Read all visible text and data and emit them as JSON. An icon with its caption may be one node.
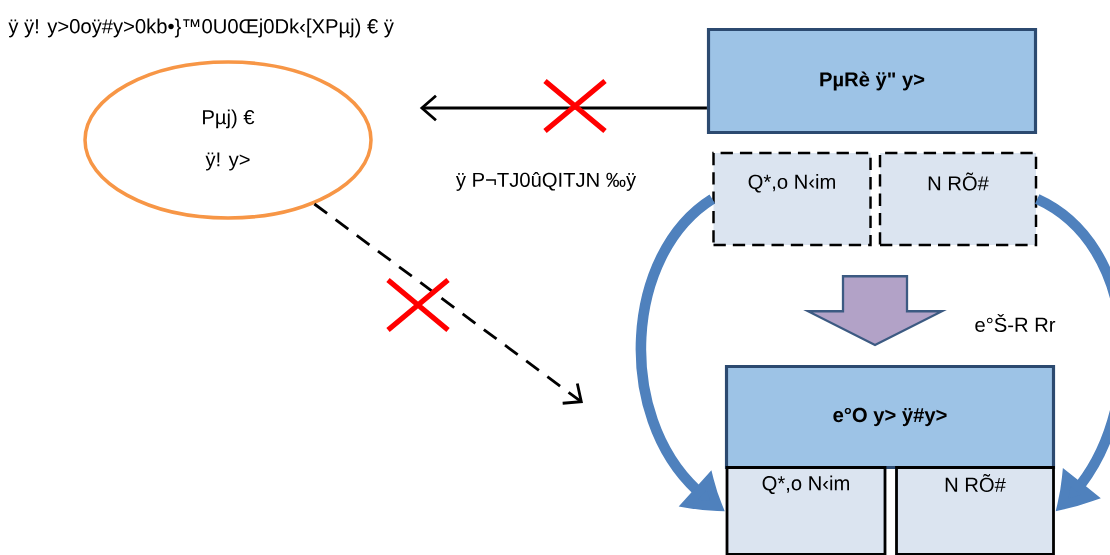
{
  "diagram": {
    "title": "ÿ ÿ!  y>0oÿ#y>0kb•}™0U0Œj0Dk‹[XPµj) € ÿ",
    "nodes": [
      {
        "text": [
          "Pµj) €",
          "ÿ! y>"
        ]
      },
      {
        "text": [
          "PµRè  ÿ\" y>"
        ]
      },
      {
        "text": [
          "Q*,o N‹im"
        ]
      },
      {
        "text": [
          "N RÕ#"
        ]
      },
      {
        "text": [
          "e°O y>  ÿ#y>"
        ]
      },
      {
        "text": [
          "Q*,o N‹im"
        ]
      },
      {
        "text": [
          "N RÕ#"
        ]
      }
    ],
    "edges": [
      {
        "from": 1,
        "to": 0,
        "arrow": "to",
        "label": "ÿ P¬TJ0ûQITJN ‰ÿ"
      },
      {
        "from": 0,
        "to": null,
        "arrow": "to",
        "style": "dashed"
      },
      {
        "from": 2,
        "to": 5,
        "arrow": "to",
        "style": "thick",
        "color": "#4f81bd"
      },
      {
        "from": 3,
        "to": 6,
        "arrow": "to",
        "style": "thick",
        "color": "#4f81bd"
      },
      {
        "from": 2,
        "to": 4,
        "arrow": "to",
        "label": "e°Š-R Rr",
        "color": "#b2a2c7"
      },
      {
        "from": 3,
        "to": 4,
        "arrow": "to",
        "color": "#b2a2c7"
      }
    ]
  }
}
